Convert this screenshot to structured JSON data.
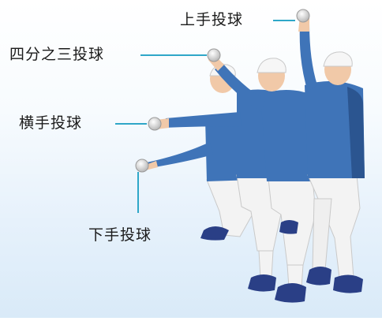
{
  "labels": {
    "overhand": "上手投球",
    "three_quarter": "四分之三投球",
    "sidearm": "横手投球",
    "underhand": "下手投球"
  },
  "colors": {
    "leader": "#2fa7c8",
    "jersey": "#3f74b8",
    "jersey_dark": "#2b5590",
    "pants": "#f3f3f3",
    "skin": "#f1c9a8",
    "shoe": "#2a3f86",
    "ball": "#e8e8e8"
  }
}
